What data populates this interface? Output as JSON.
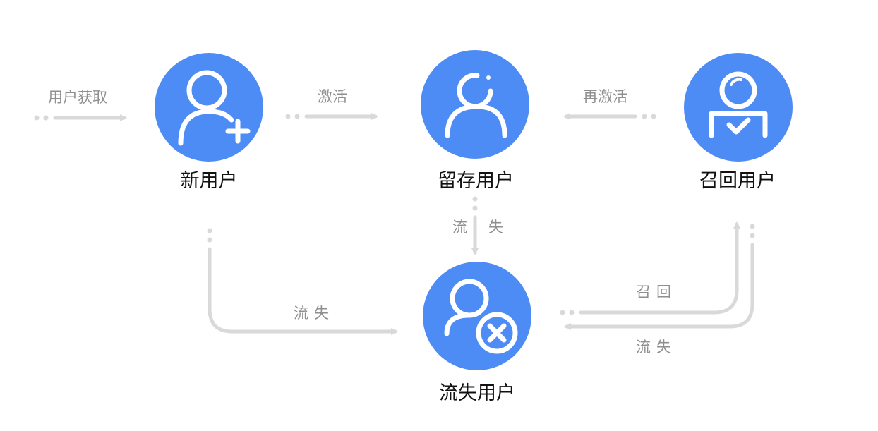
{
  "colors": {
    "node_fill": "#4d8bf5",
    "icon_stroke": "#ffffff",
    "connector": "#d9d9d9",
    "label_text": "#8f8f8f",
    "node_text": "#111111"
  },
  "nodes": {
    "new_user": {
      "label": "新用户",
      "icon": "user-plus-icon"
    },
    "retained_user": {
      "label": "留存用户",
      "icon": "user-loop-icon"
    },
    "recalled_user": {
      "label": "召回用户",
      "icon": "user-badge-check-icon"
    },
    "churned_user": {
      "label": "流失用户",
      "icon": "user-x-icon"
    }
  },
  "connectors": {
    "acquisition": "用户获取",
    "activate": "激活",
    "reactivate": "再激活",
    "retained_churn": "流失",
    "new_churn": "流失",
    "recall": "召回",
    "recalled_churn": "流失"
  }
}
